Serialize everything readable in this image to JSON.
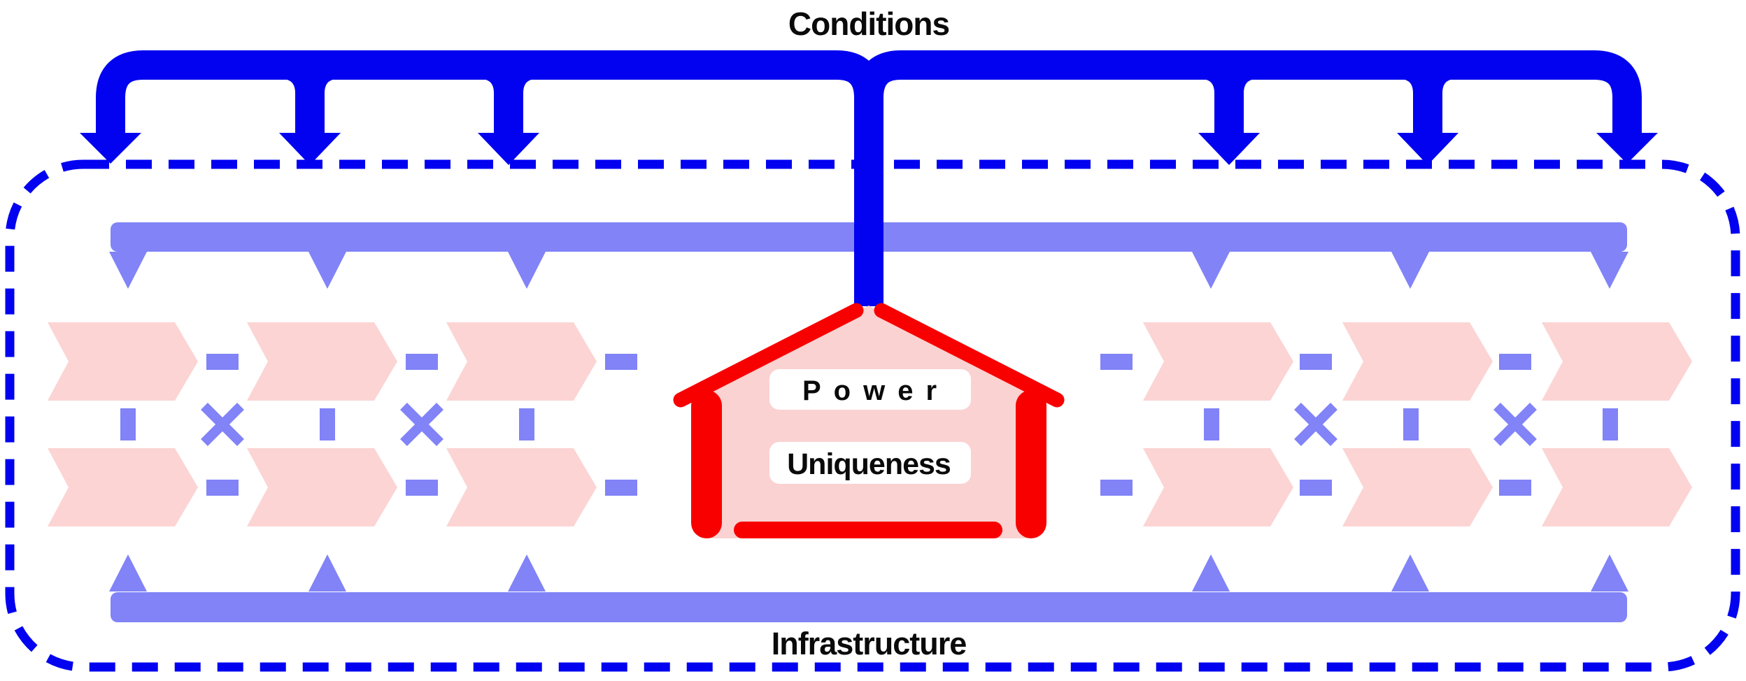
{
  "diagram": {
    "top_label": "Conditions",
    "bottom_label": "Infrastructure",
    "house": {
      "upper_label": "Power",
      "lower_label": "Uniqueness"
    },
    "colors": {
      "condition_arrow_blue": "#0202F0",
      "boundary_dash_blue": "#0202F0",
      "link_lavender": "#8183F7",
      "chevron_pink": "#FCD4D4",
      "house_fill_pink": "#FAD2D2",
      "house_outline_red": "#F80000",
      "label_text_black": "#0A0A0A",
      "label_box_white": "#FFFFFF",
      "background_white": "#FFFFFF"
    },
    "structure": {
      "condition_branch_count": 7,
      "chevron_rows": 2,
      "chevrons_per_row": 6,
      "cross_connector_count": 4,
      "top_bar_tip_count": 6,
      "bottom_bar_tip_count": 6
    }
  }
}
